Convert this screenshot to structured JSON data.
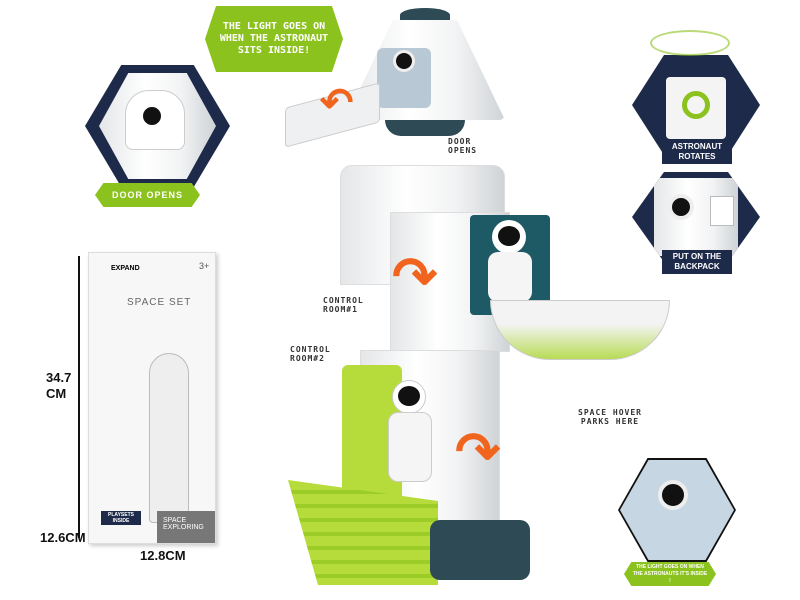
{
  "callouts": {
    "top_bubble": "THE LIGHT GOES ON WHEN THE ASTRONAUT SITS INSIDE!",
    "door_opens_left": "DOOR OPENS",
    "door_opens_capsule": "DOOR OPENS",
    "astronaut_rotates": "ASTRONAUT ROTATES",
    "backpack": "PUT ON THE BACKPACK",
    "control_room_1": "CONTROL ROOM#1",
    "control_room_2": "CONTROL ROOM#2",
    "hover_parks": "SPACE HOVER PARKS HERE",
    "light_bottom": "THE LIGHT GOES ON WHEN THE ASTRONAUTS IT'S INSIDE !"
  },
  "box": {
    "brand": "EXPAND",
    "age": "3+",
    "title": "SPACE SET",
    "badge": "PLAYSETS INSIDE",
    "footer": "SPACE EXPLORING"
  },
  "dimensions": {
    "height": "34.7 CM",
    "depth": "12.6CM",
    "width": "12.8CM"
  },
  "colors": {
    "accent_green": "#8cc21e",
    "navy": "#1d2a4a",
    "arrow_orange": "#f0641e"
  }
}
